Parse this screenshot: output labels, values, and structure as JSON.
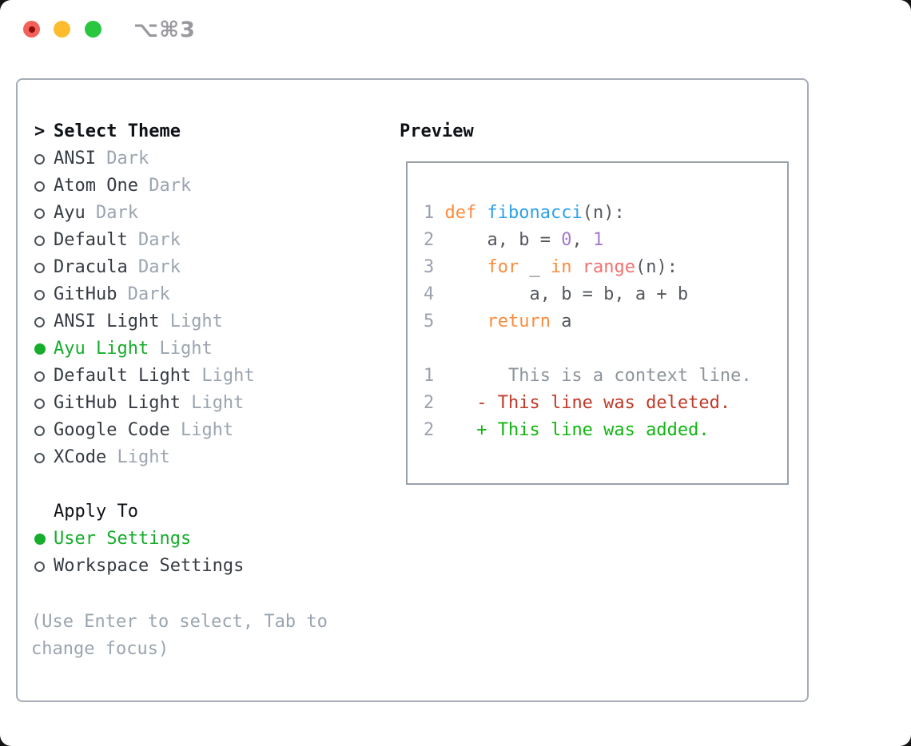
{
  "window": {
    "shortcut_label": "⌥⌘3"
  },
  "colors": {
    "accent-green": "#15ad2b",
    "traffic-red": "#f4605a",
    "traffic-red-dot": "#8c1007",
    "traffic-yellow": "#fdbc2e",
    "traffic-green": "#2ac63f",
    "shortcut": "#98989e",
    "panel-border": "#a6adb6",
    "box-border": "#9aa1ab",
    "heading": "#0e1116",
    "item-text": "#363b43",
    "muted": "#9ba4b0",
    "radio-ring": "#4d535b",
    "code-plain": "#55595f",
    "line-number": "#9aa2ac",
    "kw": "#fa8d3e",
    "fn": "#2ea1e8",
    "const": "#a37acc",
    "call": "#f07171",
    "diff-ctx": "#8d949c",
    "diff-del": "#c03a28",
    "diff-add": "#11b511"
  },
  "sidebar": {
    "theme_section": {
      "prompt": ">",
      "title": "Select Theme",
      "items": [
        {
          "name": "ANSI",
          "variant": "Dark",
          "selected": false
        },
        {
          "name": "Atom One",
          "variant": "Dark",
          "selected": false
        },
        {
          "name": "Ayu",
          "variant": "Dark",
          "selected": false
        },
        {
          "name": "Default",
          "variant": "Dark",
          "selected": false
        },
        {
          "name": "Dracula",
          "variant": "Dark",
          "selected": false
        },
        {
          "name": "GitHub",
          "variant": "Dark",
          "selected": false
        },
        {
          "name": "ANSI Light",
          "variant": "Light",
          "selected": false
        },
        {
          "name": "Ayu Light",
          "variant": "Light",
          "selected": true
        },
        {
          "name": "Default Light",
          "variant": "Light",
          "selected": false
        },
        {
          "name": "GitHub Light",
          "variant": "Light",
          "selected": false
        },
        {
          "name": "Google Code",
          "variant": "Light",
          "selected": false
        },
        {
          "name": "XCode",
          "variant": "Light",
          "selected": false
        }
      ]
    },
    "apply_section": {
      "title": "Apply To",
      "options": [
        {
          "label": "User Settings",
          "selected": true
        },
        {
          "label": "Workspace Settings",
          "selected": false
        }
      ]
    },
    "help_text": "(Use Enter to select, Tab to\nchange focus)"
  },
  "preview": {
    "title": "Preview",
    "code_lines": [
      {
        "num": "1",
        "segments": [
          {
            "t": " ",
            "c": "pl"
          },
          {
            "t": "def",
            "c": "kw"
          },
          {
            "t": " ",
            "c": "pl"
          },
          {
            "t": "fibonacci",
            "c": "fn"
          },
          {
            "t": "(n):",
            "c": "pl"
          }
        ]
      },
      {
        "num": "2",
        "segments": [
          {
            "t": "     a, b = ",
            "c": "pl"
          },
          {
            "t": "0",
            "c": "const"
          },
          {
            "t": ", ",
            "c": "pl"
          },
          {
            "t": "1",
            "c": "const"
          }
        ]
      },
      {
        "num": "3",
        "segments": [
          {
            "t": "     ",
            "c": "pl"
          },
          {
            "t": "for",
            "c": "kw"
          },
          {
            "t": " _ ",
            "c": "pl"
          },
          {
            "t": "in",
            "c": "kw"
          },
          {
            "t": " ",
            "c": "pl"
          },
          {
            "t": "range",
            "c": "call"
          },
          {
            "t": "(n):",
            "c": "pl"
          }
        ]
      },
      {
        "num": "4",
        "segments": [
          {
            "t": "         a, b = b, a + b",
            "c": "pl"
          }
        ]
      },
      {
        "num": "5",
        "segments": [
          {
            "t": "     ",
            "c": "pl"
          },
          {
            "t": "return",
            "c": "kw"
          },
          {
            "t": " a",
            "c": "pl"
          }
        ]
      }
    ],
    "diff_lines": [
      {
        "num": "1",
        "segments": [
          {
            "t": "       This is a context line.",
            "c": "ctx"
          }
        ]
      },
      {
        "num": "2",
        "segments": [
          {
            "t": "    ",
            "c": "pl"
          },
          {
            "t": "- This line was deleted.",
            "c": "del"
          }
        ]
      },
      {
        "num": "2",
        "segments": [
          {
            "t": "    ",
            "c": "pl"
          },
          {
            "t": "+ This line was added.",
            "c": "add"
          }
        ]
      }
    ]
  }
}
